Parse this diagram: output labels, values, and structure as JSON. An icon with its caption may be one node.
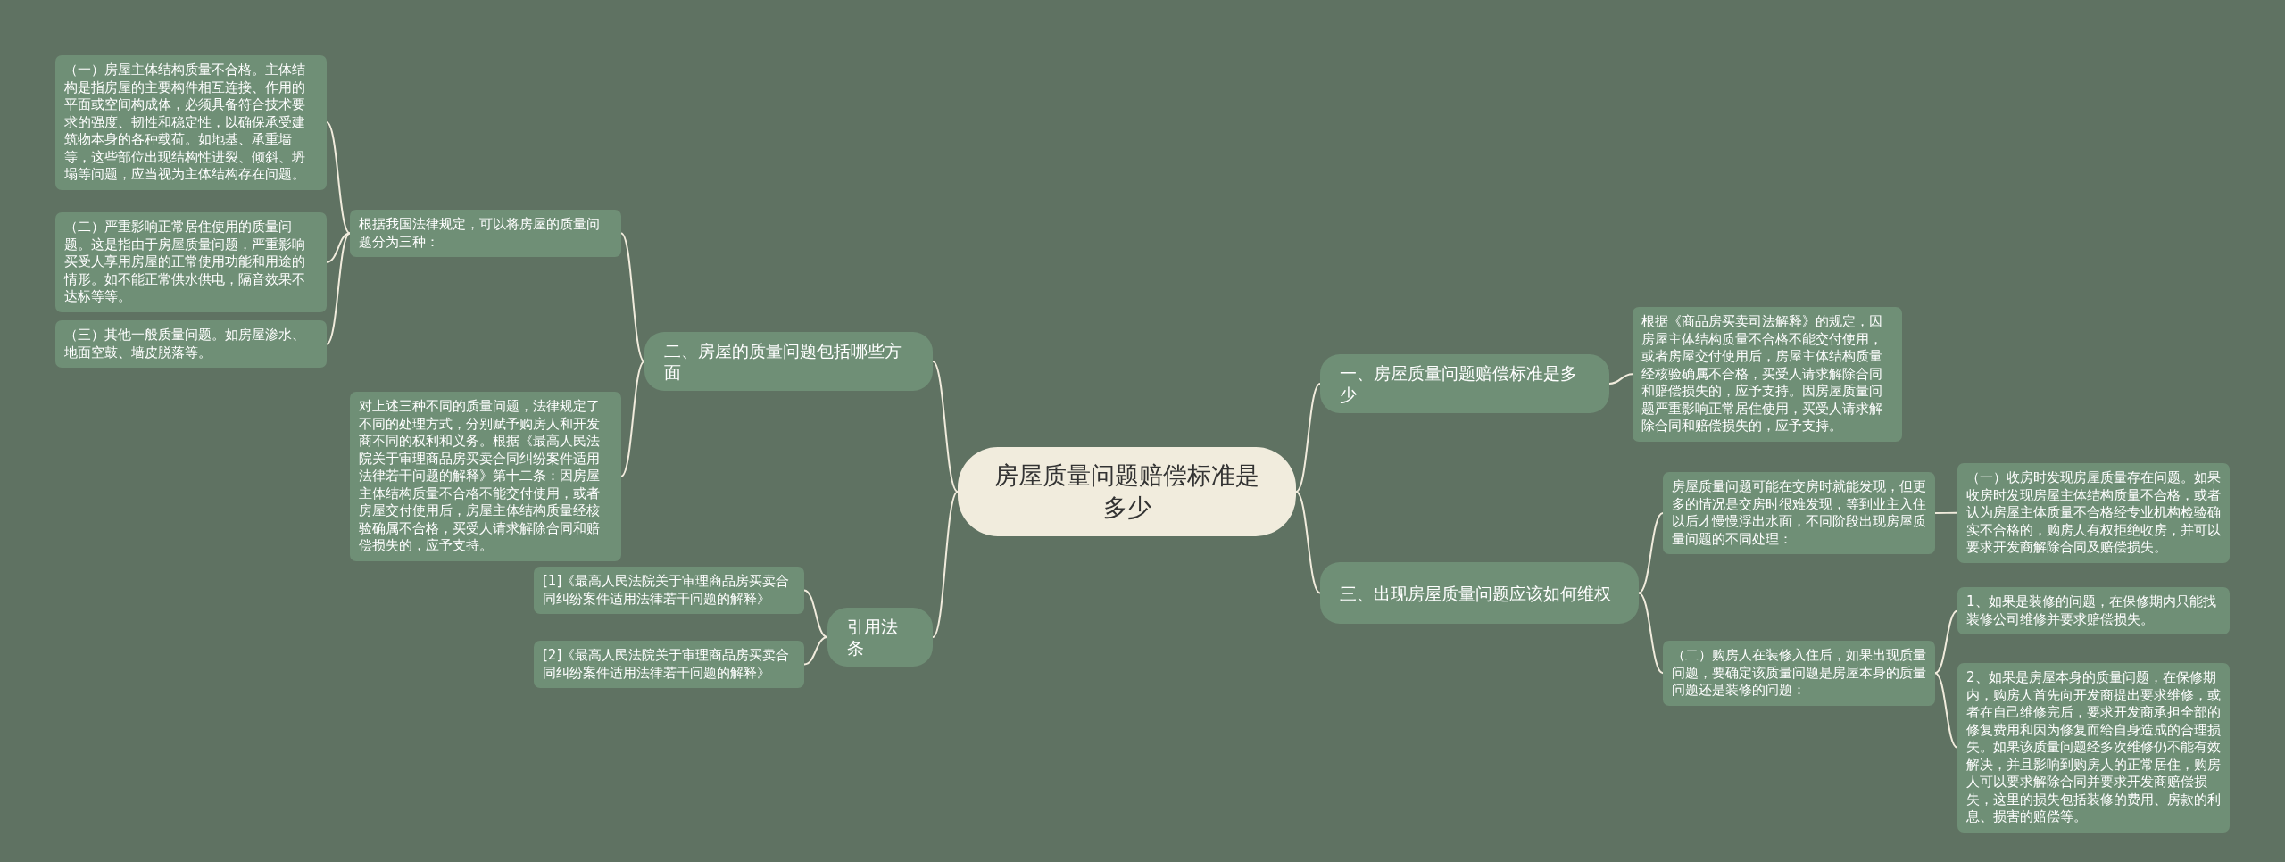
{
  "diagram": {
    "nodes": [
      {
        "text": [
          "房屋质量问题赔偿标准是多少"
        ]
      },
      {
        "text": [
          "一、房屋质量问题赔偿标准是多少"
        ]
      },
      {
        "text": [
          "根据《商品房买卖司法解释》的规定，因房屋主体结构质量不合格不能交付使用，或者房屋交付使用后，房屋主体结构质量经核验确属不合格，买受人请求解除合同和赔偿损失的，应予支持。因房屋质量问题严重影响正常居住使用，买受人请求解除合同和赔偿损失的，应予支持。"
        ]
      },
      {
        "text": [
          "三、出现房屋质量问题应该如何维权"
        ]
      },
      {
        "text": [
          "房屋质量问题可能在交房时就能发现，但更多的情况是交房时很难发现，等到业主入住以后才慢慢浮出水面，不同阶段出现房屋质量问题的不同处理："
        ]
      },
      {
        "text": [
          "（一）收房时发现房屋质量存在问题。如果收房时发现房屋主体结构质量不合格，或者认为房屋主体质量不合格经专业机构检验确实不合格的，购房人有权拒绝收房，并可以要求开发商解除合同及赔偿损失。"
        ]
      },
      {
        "text": [
          "（二）购房人在装修入住后，如果出现质量问题，要确定该质量问题是房屋本身的质量问题还是装修的问题："
        ]
      },
      {
        "text": [
          "1、如果是装修的问题，在保修期内只能找装修公司维修并要求赔偿损失。"
        ]
      },
      {
        "text": [
          "2、如果是房屋本身的质量问题，在保修期内，购房人首先向开发商提出要求维修，或者在自己维修完后，要求开发商承担全部的修复费用和因为修复而给自身造成的合理损失。如果该质量问题经多次维修仍不能有效解决，并且影响到购房人的正常居住，购房人可以要求解除合同并要求开发商赔偿损失，这里的损失包括装修的费用、房款的利息、损害的赔偿等。"
        ]
      },
      {
        "text": [
          "二、房屋的质量问题包括哪些方面"
        ]
      },
      {
        "text": [
          "根据我国法律规定，可以将房屋的质量问题分为三种："
        ]
      },
      {
        "text": [
          "（一）房屋主体结构质量不合格。主体结构是指房屋的主要构件相互连接、作用的平面或空间构成体，必须具备符合技术要求的强度、韧性和稳定性，以确保承受建筑物本身的各种载荷。如地基、承重墙等，这些部位出现结构性进裂、倾斜、坍塌等问题，应当视为主体结构存在问题。"
        ]
      },
      {
        "text": [
          "（二）严重影响正常居住使用的质量问题。这是指由于房屋质量问题，严重影响买受人享用房屋的正常使用功能和用途的情形。如不能正常供水供电，隔音效果不达标等等。"
        ]
      },
      {
        "text": [
          "（三）其他一般质量问题。如房屋渗水、地面空鼓、墙皮脱落等。"
        ]
      },
      {
        "text": [
          "对上述三种不同的质量问题，法律规定了不同的处理方式，分别赋予购房人和开发商不同的权利和义务。根据《最高人民法院关于审理商品房买卖合同纠纷案件适用法律若干问题的解释》第十二条：因房屋主体结构质量不合格不能交付使用，或者房屋交付使用后，房屋主体结构质量经核验确属不合格，买受人请求解除合同和赔偿损失的，应予支持。"
        ]
      },
      {
        "text": [
          "引用法条"
        ]
      },
      {
        "text": [
          "[1]《最高人民法院关于审理商品房买卖合同纠纷案件适用法律若干问题的解释》"
        ]
      },
      {
        "text": [
          "[2]《最高人民法院关于审理商品房买卖合同纠纷案件适用法律若干问题的解释》"
        ]
      }
    ],
    "edges": [
      {
        "from": 0,
        "to": 1,
        "arrow": "none"
      },
      {
        "from": 1,
        "to": 2,
        "arrow": "none"
      },
      {
        "from": 0,
        "to": 3,
        "arrow": "none"
      },
      {
        "from": 3,
        "to": 4,
        "arrow": "none"
      },
      {
        "from": 4,
        "to": 5,
        "arrow": "none"
      },
      {
        "from": 3,
        "to": 6,
        "arrow": "none"
      },
      {
        "from": 6,
        "to": 7,
        "arrow": "none"
      },
      {
        "from": 6,
        "to": 8,
        "arrow": "none"
      },
      {
        "from": 0,
        "to": 9,
        "arrow": "none"
      },
      {
        "from": 9,
        "to": 10,
        "arrow": "none"
      },
      {
        "from": 10,
        "to": 11,
        "arrow": "none"
      },
      {
        "from": 10,
        "to": 12,
        "arrow": "none"
      },
      {
        "from": 10,
        "to": 13,
        "arrow": "none"
      },
      {
        "from": 9,
        "to": 14,
        "arrow": "none"
      },
      {
        "from": 0,
        "to": 15,
        "arrow": "none"
      },
      {
        "from": 15,
        "to": 16,
        "arrow": "none"
      },
      {
        "from": 15,
        "to": 17,
        "arrow": "none"
      }
    ]
  }
}
